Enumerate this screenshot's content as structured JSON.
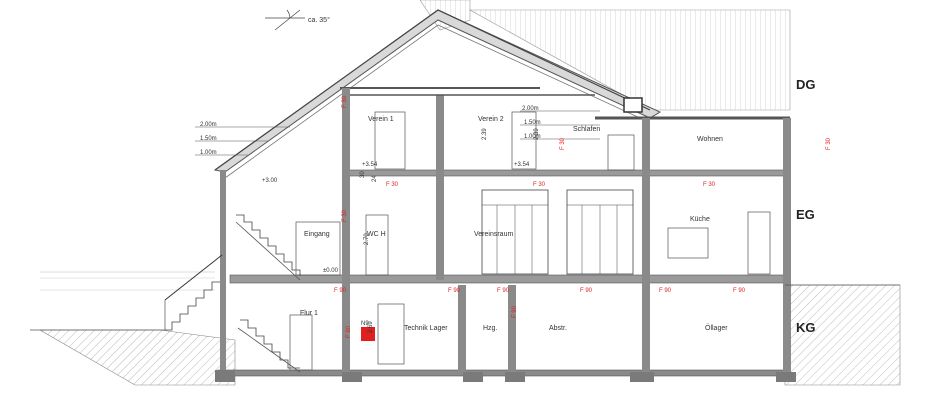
{
  "roof_angle": "ca. 35°",
  "levels": {
    "dg": "DG",
    "eg": "EG",
    "kg": "KG"
  },
  "rooms": {
    "verein1": "Verein 1",
    "verein2": "Verein 2",
    "schlafen": "Schlafen",
    "wohnen": "Wohnen",
    "eingang": "Eingang",
    "wc": "WC H",
    "vereinsraum": "Vereinsraum",
    "kueche": "Küche",
    "flur1": "Flur 1",
    "technik_lager": "Technik Lager",
    "hzg": "Hzg.",
    "abstr": "Abstr.",
    "oellager": "Öllager"
  },
  "heights": {
    "h200": "2.00m",
    "h150": "1.50m",
    "h100": "1.00m"
  },
  "heights_dg": {
    "h200": "2.00m",
    "h150": "1.50m",
    "h100": "1.00m"
  },
  "fire_label": "F 30",
  "fire_label_kg": "F 90",
  "dims": {
    "dg_height": "2.39",
    "dg_height2": "2.39",
    "eg_height": "2.70",
    "kg_height": "2.69",
    "level_354a": "+3.54",
    "level_354b": "+3.54",
    "level_300": "+3.00",
    "level_000": "±0.00",
    "slab_30": "30",
    "slab_24": "24"
  },
  "extinguisher": "N9",
  "colors": {
    "fire": "#dd2222",
    "wall": "#8a8a8a",
    "extinguisher": "#e02020"
  }
}
